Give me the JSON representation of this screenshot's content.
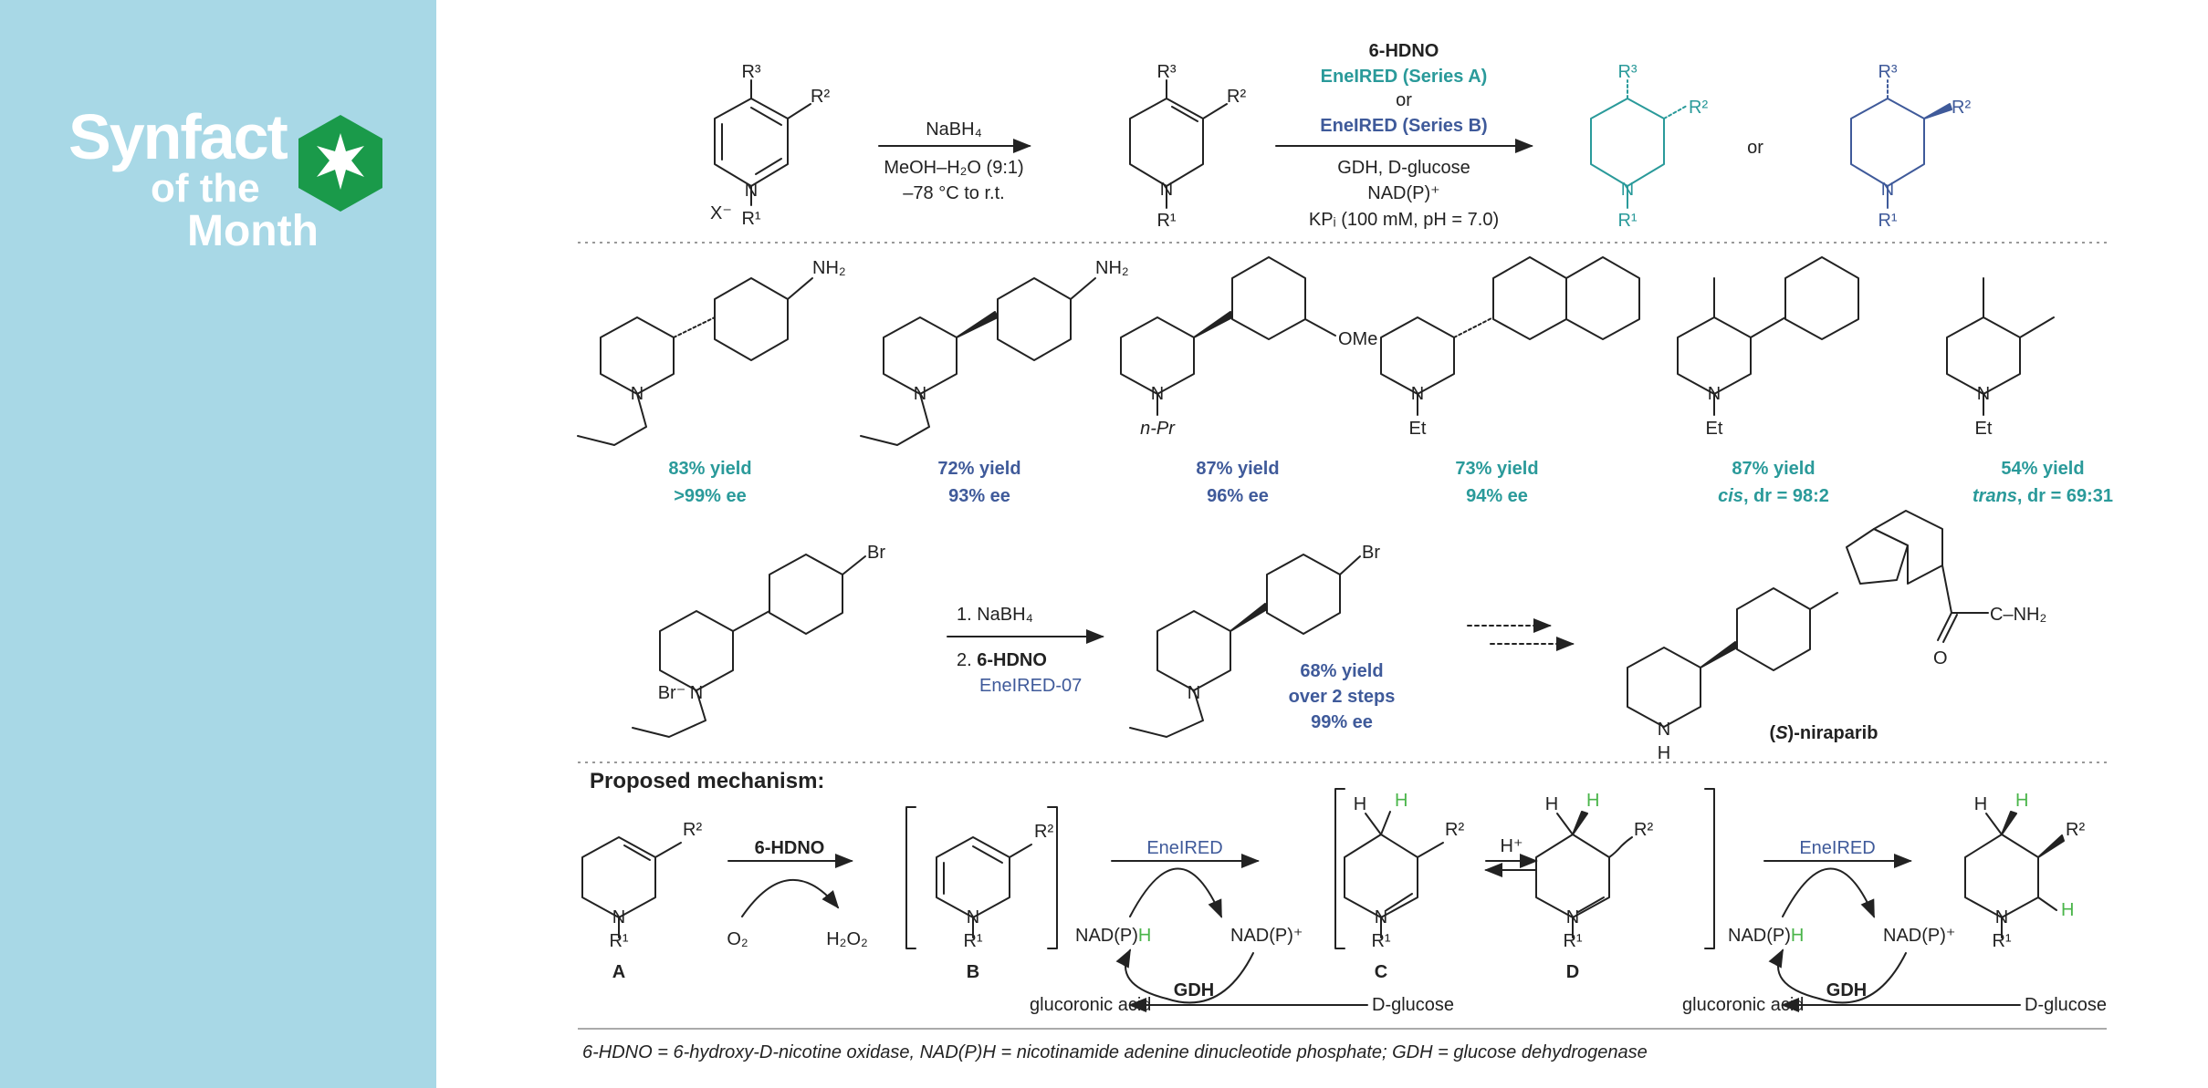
{
  "logo": {
    "line1": "Synfact",
    "line2": "of the",
    "line3": "Month"
  },
  "colors": {
    "series_a": "#2a9a9a",
    "series_b": "#3f5a9a",
    "green_h": "#4ab54a",
    "sidebar": "#a8d8e6",
    "hex": "#1a9a4a"
  },
  "top_scheme": {
    "step1": {
      "line1": "NaBH₄",
      "line2": "MeOH–H₂O (9:1)",
      "line3": "–78 °C to r.t."
    },
    "step2": {
      "catalyst": "6-HDNO",
      "series_a": "EneIRED (Series A)",
      "or_word": "or",
      "series_b": "EneIRED (Series B)",
      "line4": "GDH, D-glucose",
      "line5": "NAD(P)⁺",
      "line6": "KPᵢ (100 mM, pH = 7.0)"
    },
    "or_products": "or",
    "counter_ion": "X⁻",
    "labels": {
      "R1": "R¹",
      "R2": "R²",
      "R3": "R³",
      "N": "N"
    }
  },
  "products": [
    {
      "name": "83% yield",
      "detail": ">99% ee",
      "color": "teal",
      "top_sub": "NH₂",
      "n_sub": ""
    },
    {
      "name": "72% yield",
      "detail": "93% ee",
      "color": "blue",
      "top_sub": "NH₂",
      "n_sub": ""
    },
    {
      "name": "87% yield",
      "detail": "96% ee",
      "color": "blue",
      "top_sub": "OMe",
      "n_sub": "n-Pr"
    },
    {
      "name": "73% yield",
      "detail": "94% ee",
      "color": "teal",
      "top_sub": "",
      "n_sub": "Et"
    },
    {
      "name": "87% yield",
      "detail_italic": "cis",
      "detail_rest": ", dr = 98:2",
      "color": "teal",
      "n_sub": "Et"
    },
    {
      "name": "54% yield",
      "detail_italic": "trans",
      "detail_rest": ", dr = 69:31",
      "color": "teal",
      "n_sub": "Et"
    }
  ],
  "niraparib": {
    "step1": "1. NaBH₄",
    "step2_num": "2. ",
    "step2_cat": "6-HDNO",
    "step2_enzyme": "EneIRED-07",
    "yield1": "68% yield",
    "yield2": "over 2 steps",
    "yield3": "99% ee",
    "product_name_paren_open": "(",
    "product_name_s": "S",
    "product_name_rest": ")-niraparib",
    "br": "Br",
    "br_ion": "Br⁻",
    "amide": "C–NH₂",
    "o": "O",
    "nh": "H",
    "nh_n": "N"
  },
  "mechanism": {
    "title": "Proposed mechanism:",
    "label_A": "A",
    "label_B": "B",
    "label_C": "C",
    "label_D": "D",
    "hdno": "6-HDNO",
    "o2": "O₂",
    "h2o2": "H₂O₂",
    "enzyme1": "EneIRED",
    "enzyme2": "EneIRED",
    "nadph": "NAD(P)",
    "nadph_h": "H",
    "nadp": "NAD(P)⁺",
    "gdh": "GDH",
    "glucose": "D-glucose",
    "gluconic": "glucoronic acid",
    "hplus": "H⁺",
    "h": "H"
  },
  "footnote": "6-HDNO = 6-hydroxy-D-nicotine oxidase, NAD(P)H = nicotinamide adenine dinucleotide phosphate; GDH = glucose dehydrogenase"
}
